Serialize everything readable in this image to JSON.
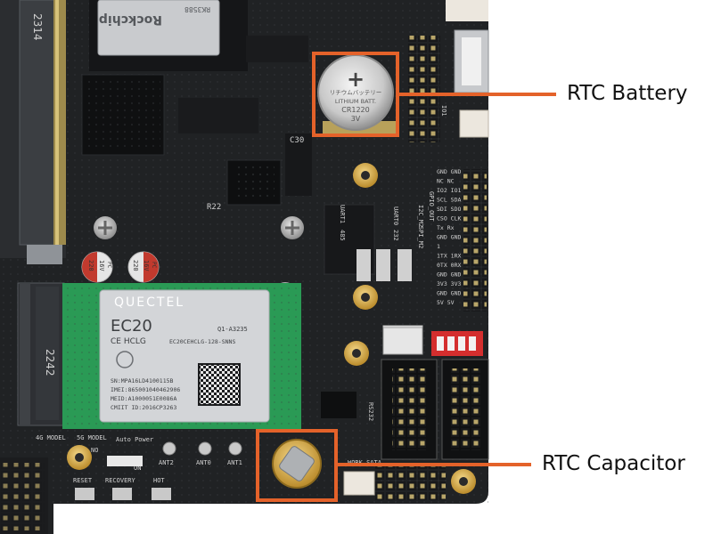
{
  "callouts": {
    "battery_label": "RTC Battery",
    "capacitor_label": "RTC Capacitor"
  },
  "board": {
    "soc_brand": "Rockchip",
    "soc_part": "RK3588",
    "slot_left_top": "2314",
    "slot_left_mid": "2242",
    "cap_value": "220",
    "cap_voltage": "16V",
    "cap_code": "PC",
    "cap_value_2": "220",
    "cap_voltage_2": "16V",
    "cap_code_2": "PC",
    "r22": "R22",
    "c30": "C30"
  },
  "battery": {
    "plus": "+",
    "jp_text": "リチウムバッテリー",
    "brand_line": "LITHIUM BATT.",
    "model": "CR1220",
    "voltage": "3V"
  },
  "module": {
    "brand": "QUECTEL",
    "model": "EC20",
    "cert": "CE HCLG",
    "batch": "Q1-A3235",
    "variant": "EC20CEHCLG-128-SNNS",
    "sn": "SN:MPA16LD4100115B",
    "imei": "IMEI:865001040462906",
    "meid": "MEID:A1000051E0086A",
    "cmiit": "CMIIT ID:2016CP3263"
  },
  "headers": {
    "gpio_out": "GPIO_OUT",
    "i2c_m2": "I2C_M2",
    "spi_m2": "SPI_M2",
    "uart1": "UART1",
    "uart_485": "485",
    "uart0": "UART0",
    "uart_232": "232",
    "rs232": "RS232",
    "io1": "IO1",
    "pin_labels": [
      "GND GND",
      "NC  NC",
      "IO2 IO1",
      "SCL SDA",
      "SDI SDO",
      "CSO CLK",
      "Tx  Rx",
      "GND GND",
      "1",
      "1TX 1RX",
      "0TX 0RX",
      "GND GND",
      "3V3 3V3",
      "GND GND",
      "5V  5V"
    ]
  },
  "bottom": {
    "model_4g": "4G MODEL",
    "model_5g": "5G MODEL",
    "auto_power": "Auto Power",
    "no": "NO",
    "on": "ON",
    "ant2": "ANT2",
    "ant0": "ANT0",
    "ant1": "ANT1",
    "reset": "RESET",
    "recovery": "RECOVERY",
    "hot": "HOT",
    "work_sata": "WORK SATA"
  }
}
